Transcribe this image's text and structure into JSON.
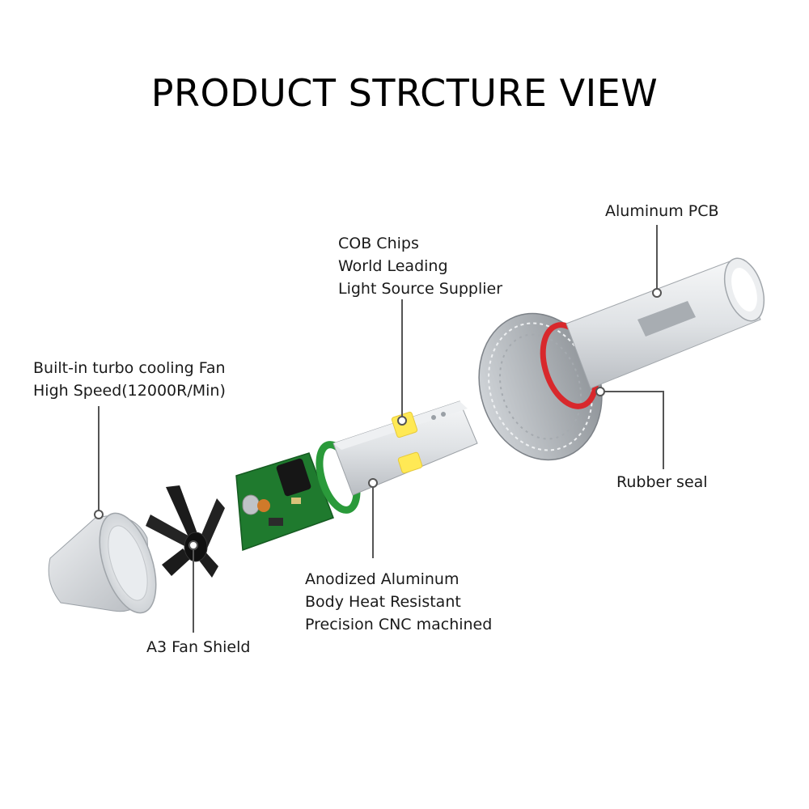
{
  "title": "PRODUCT STRCTURE VIEW",
  "labels": {
    "aluminum_pcb": "Aluminum PCB",
    "cob_chips": [
      "COB Chips",
      "World Leading",
      "Light Source Supplier"
    ],
    "cooling_fan": [
      "Built-in turbo cooling Fan",
      "High Speed(12000R/Min)"
    ],
    "rubber_seal": "Rubber seal",
    "anodized_body": [
      "Anodized Aluminum",
      "Body Heat Resistant",
      "Precision CNC machined"
    ],
    "fan_shield": "A3 Fan Shield"
  },
  "colors": {
    "leader_line": "#555555",
    "pcb_green": "#1f7a2e",
    "rubber_red": "#d8282c",
    "chip_yellow": "#ffe955",
    "aluminum": "#d9dcdf"
  }
}
